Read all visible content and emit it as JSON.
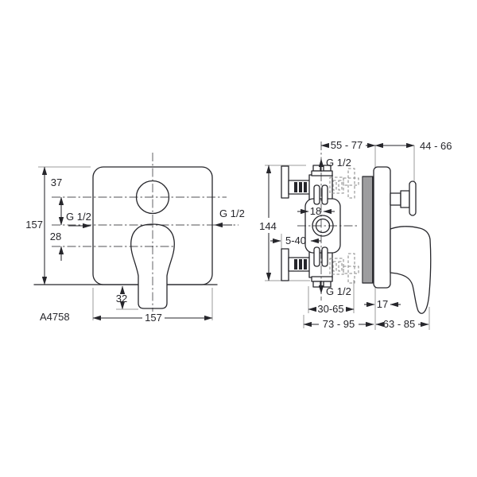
{
  "drawing": {
    "product_code": "A4758"
  },
  "front_view": {
    "dim_height": "157",
    "dim_width": "157",
    "dim_knob_offset": "37",
    "dim_mid_offset": "28",
    "dim_handle_drop": "32",
    "conn_left": "G 1/2",
    "conn_right": "G 1/2"
  },
  "side_view": {
    "dim_rough_depth": "55 - 77",
    "dim_trim_depth": "44 - 66",
    "conn_top": "G 1/2",
    "conn_bottom": "G 1/2",
    "dim_body_height": "144",
    "dim_cartridge_depth": "18",
    "dim_plaster_range": "5-40",
    "dim_sleeve_range": "30-65",
    "dim_total_depth_wall": "73 - 95",
    "dim_total_depth_front": "63 - 85",
    "dim_plate_thickness": "17"
  },
  "colors": {
    "line": "#26262b",
    "construction": "#9b9b9b",
    "hidden": "#8a8a8a",
    "background": "#ffffff"
  }
}
